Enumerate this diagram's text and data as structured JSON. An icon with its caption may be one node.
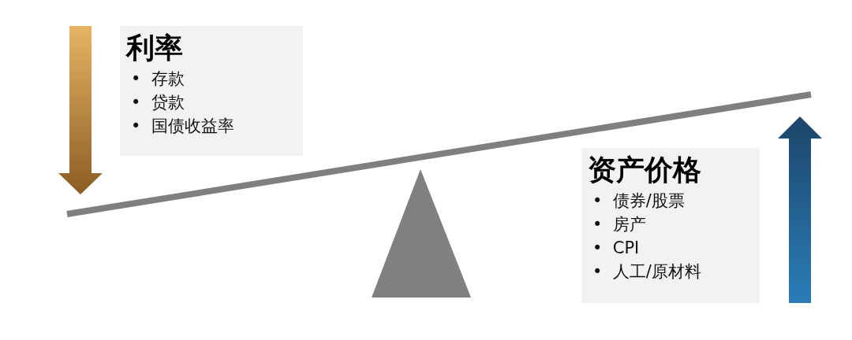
{
  "diagram": {
    "nodes": [
      {
        "text": [
          "利率",
          "•  存款",
          "•  贷款",
          "•  国债收益率"
        ]
      },
      {
        "text": [
          "资产价格",
          "•  债券/股票",
          "•  房产",
          "•  CPI",
          "•  人工/原材料"
        ]
      }
    ]
  }
}
